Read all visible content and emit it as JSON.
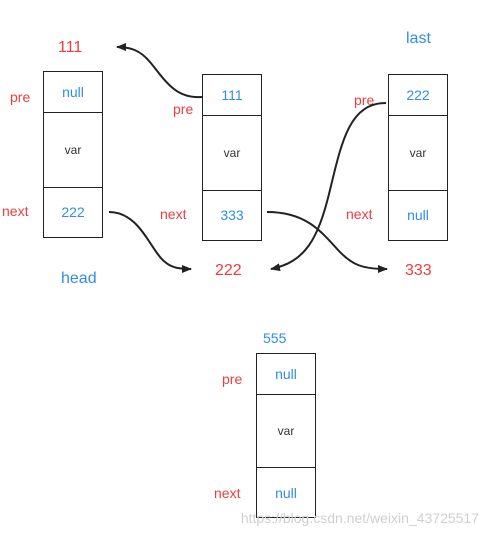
{
  "labels": {
    "pre": "pre",
    "next": "next",
    "var": "var"
  },
  "nodes": {
    "n111": {
      "title": "111",
      "pre": "null",
      "next": "222",
      "caption": "head"
    },
    "n222": {
      "pre": "111",
      "next": "333"
    },
    "n333": {
      "title": "last",
      "pre": "222",
      "next": "null"
    },
    "n555": {
      "title": "555",
      "pre": "null",
      "next": "null"
    }
  },
  "targets": {
    "t222": "222",
    "t333": "333"
  },
  "watermark": "https://blog.csdn.net/weixin_43725517",
  "colors": {
    "red": "#f03c3c",
    "blue": "#2e8fe6",
    "stroke": "#222222"
  }
}
